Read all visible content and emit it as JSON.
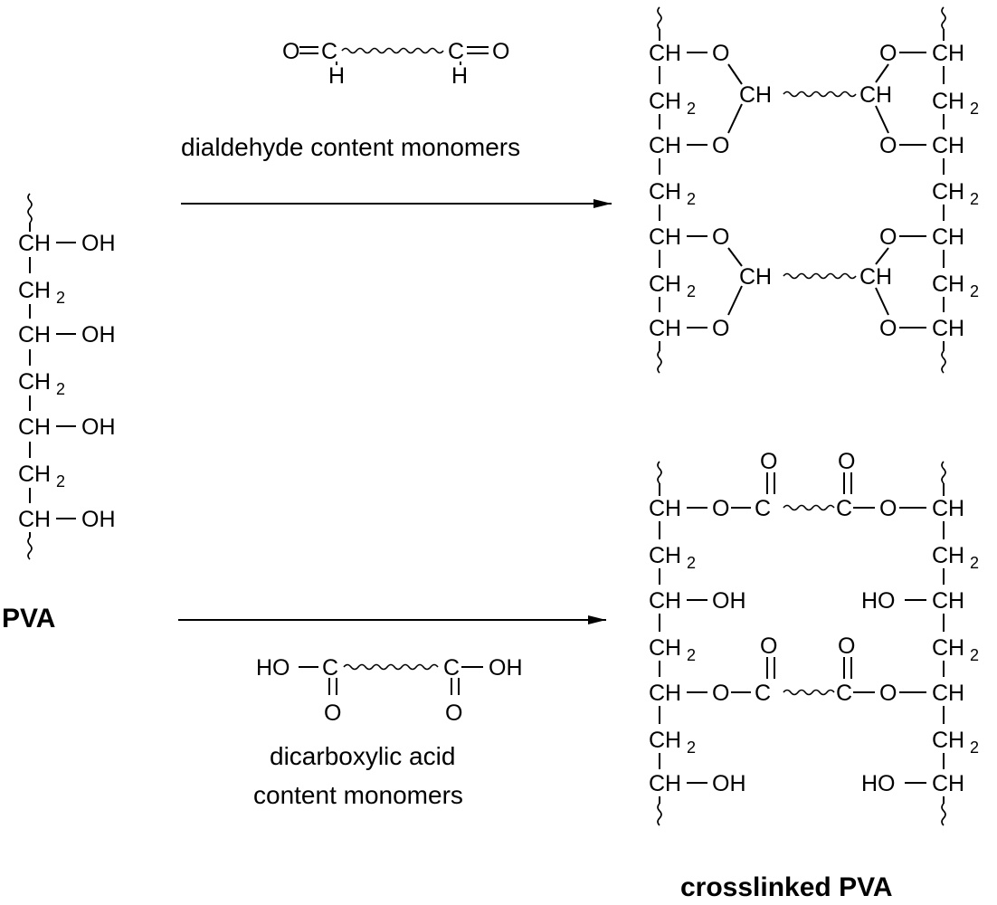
{
  "atoms": {
    "ch": "CH",
    "ch2": "CH",
    "sub2": "2",
    "oh": "OH",
    "ho": "HO",
    "o": "O",
    "c": "C",
    "h": "H"
  },
  "labels": {
    "pva": "PVA",
    "crosslinked": "crosslinked PVA",
    "dialdehyde_caption": "dialdehyde content monomers",
    "dicarboxylic_caption_line1": "dicarboxylic acid",
    "dicarboxylic_caption_line2": "content monomers"
  },
  "colors": {
    "ink": "#000000",
    "background": "#ffffff"
  }
}
